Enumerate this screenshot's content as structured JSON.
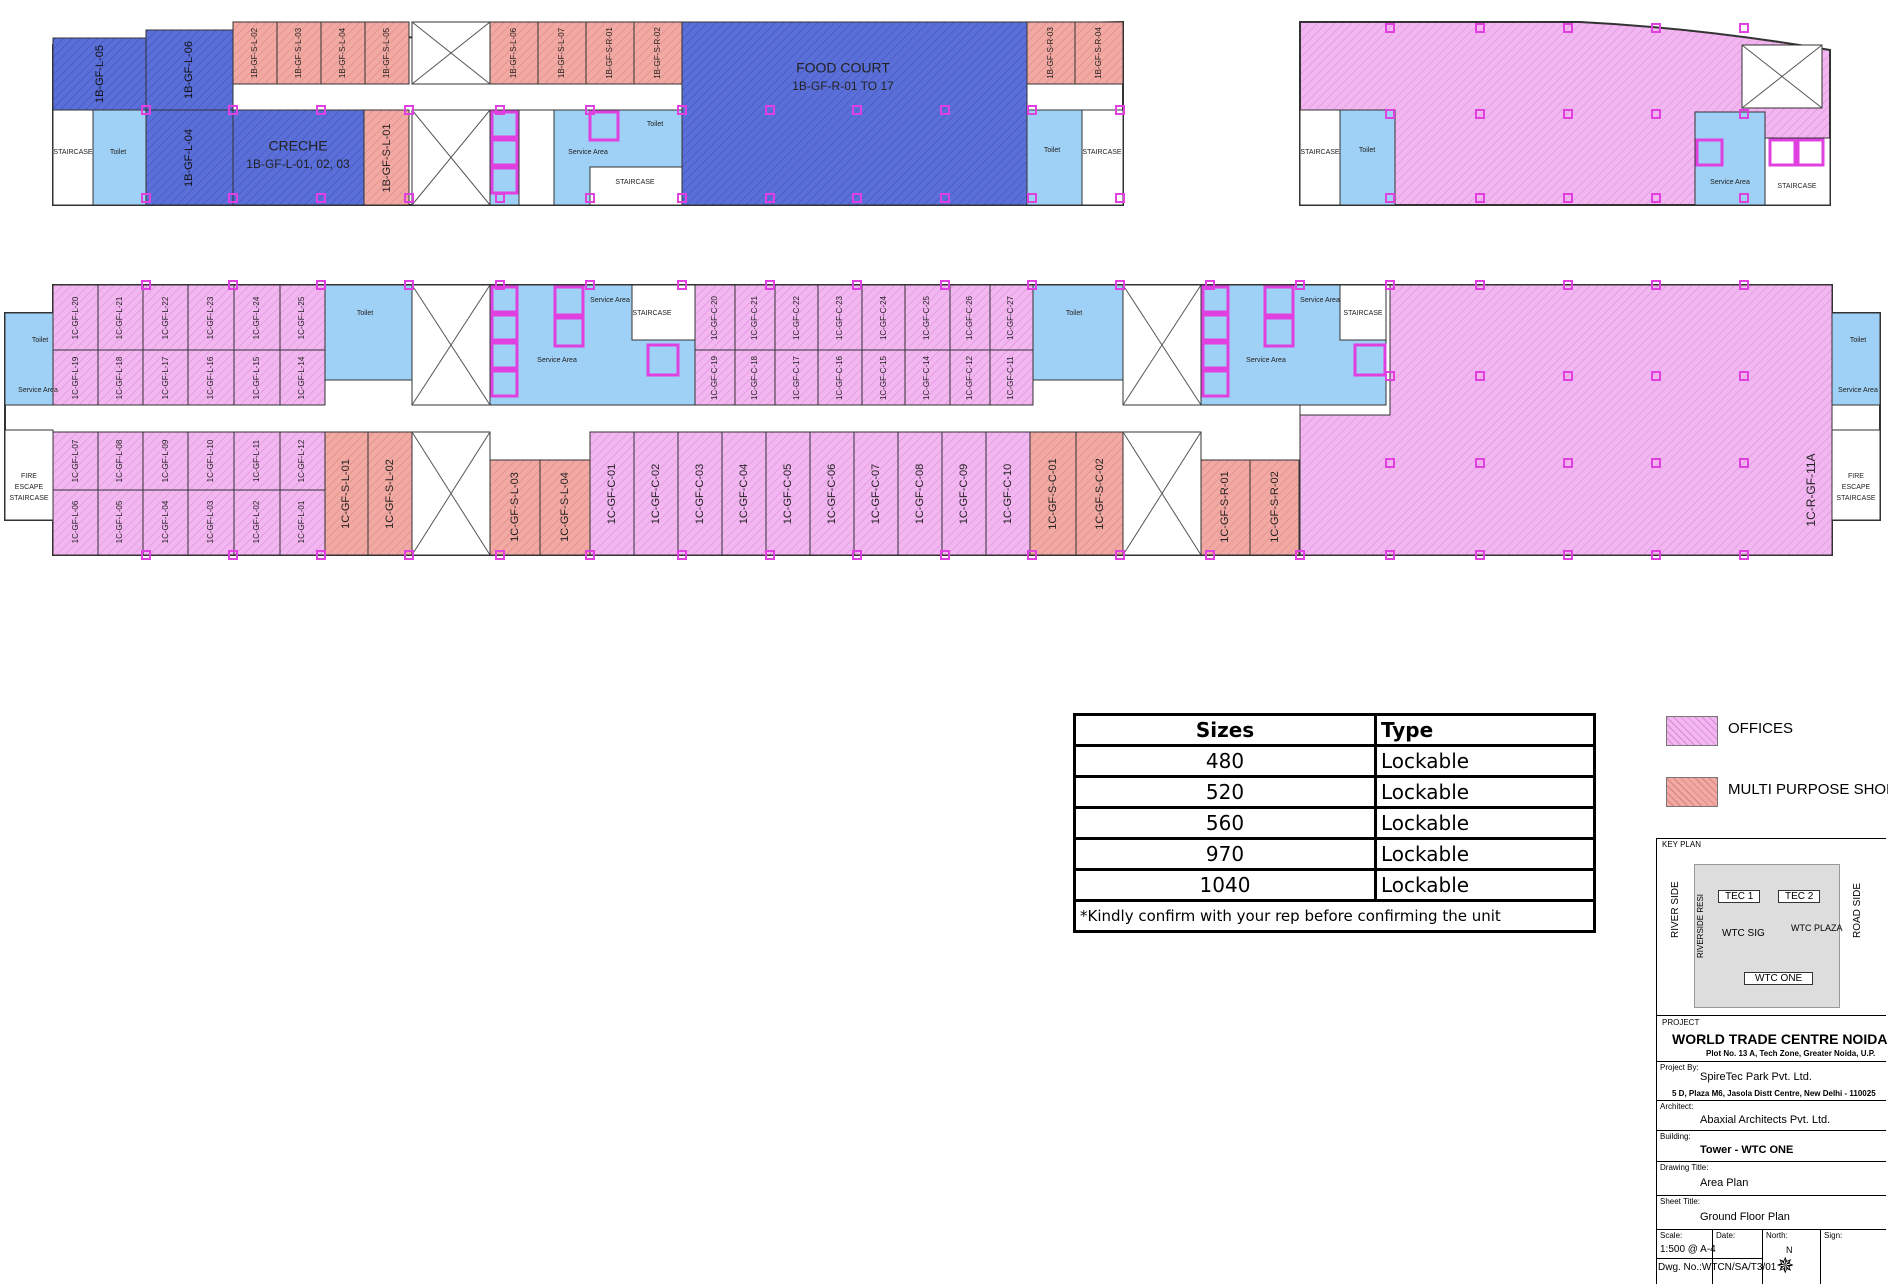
{
  "plan": {
    "top_left_block": {
      "units_blue": [
        "1B-GF-L-05",
        "1B-GF-L-06",
        "1B-GF-L-04"
      ],
      "units_shop_top": [
        "1B-GF-S-L-02",
        "1B-GF-S-L-03",
        "1B-GF-S-L-04",
        "1B-GF-S-L-05"
      ],
      "units_shop_top2": [
        "1B-GF-S-L-06",
        "1B-GF-S-L-07",
        "1B-GF-S-R-01",
        "1B-GF-S-R-02"
      ],
      "units_shop_right": [
        "1B-GF-S-R-03",
        "1B-GF-S-R-04"
      ],
      "shop_side": "1B-GF-S-L-01",
      "creche_title": "CRECHE",
      "creche_units": "1B-GF-L-01, 02, 03",
      "food_court_title": "FOOD COURT",
      "food_court_units": "1B-GF-R-01 TO 17",
      "staircase": "STAIRCASE",
      "toilet": "Toilet",
      "service_area": "Service Area"
    },
    "main_block": {
      "offices_upper_top": [
        "1C-GF-L-20",
        "1C-GF-L-21",
        "1C-GF-L-22",
        "1C-GF-L-23",
        "1C-GF-L-24",
        "1C-GF-L-25"
      ],
      "offices_upper_bottom": [
        "1C-GF-L-19",
        "1C-GF-L-18",
        "1C-GF-L-17",
        "1C-GF-L-16",
        "1C-GF-L-15",
        "1C-GF-L-14"
      ],
      "offices_mid_top": [
        "1C-GF-C-20",
        "1C-GF-C-21",
        "1C-GF-C-22",
        "1C-GF-C-23",
        "1C-GF-C-24",
        "1C-GF-C-25",
        "1C-GF-C-26",
        "1C-GF-C-27"
      ],
      "offices_mid_bottom": [
        "1C-GF-C-19",
        "1C-GF-C-18",
        "1C-GF-C-17",
        "1C-GF-C-16",
        "1C-GF-C-15",
        "1C-GF-C-14",
        "1C-GF-C-12",
        "1C-GF-C-11"
      ],
      "offices_lower_top": [
        "1C-GF-L-07",
        "1C-GF-L-08",
        "1C-GF-L-09",
        "1C-GF-L-10",
        "1C-GF-L-11",
        "1C-GF-L-12"
      ],
      "offices_lower_bottom": [
        "1C-GF-L-06",
        "1C-GF-L-05",
        "1C-GF-L-04",
        "1C-GF-L-03",
        "1C-GF-L-02",
        "1C-GF-L-01"
      ],
      "shops_left": [
        "1C-GF-S-L-01",
        "1C-GF-S-L-02"
      ],
      "shops_mid": [
        "1C-GF-S-L-03",
        "1C-GF-S-L-04"
      ],
      "offices_center": [
        "1C-GF-C-01",
        "1C-GF-C-02",
        "1C-GF-C-03",
        "1C-GF-C-04",
        "1C-GF-C-05",
        "1C-GF-C-06",
        "1C-GF-C-07",
        "1C-GF-C-08",
        "1C-GF-C-09",
        "1C-GF-C-10"
      ],
      "shops_c": [
        "1C-GF-S-C-01",
        "1C-GF-S-C-02"
      ],
      "shops_r": [
        "1C-GF-S-R-01",
        "1C-GF-S-R-02"
      ],
      "big_office": "1C-R-GF-11A",
      "fire_escape": "FIRE ESCAPE STAIRCASE",
      "toilet": "Toilet",
      "service_area": "Service Area",
      "staircase": "STAIRCASE"
    },
    "colors": {
      "office": "#f2b6f0",
      "shop": "#f2a9a3",
      "blue_zone": "#5b6fd8",
      "service": "#9fd0f5",
      "lift": "#e040e0",
      "outline": "#333333"
    }
  },
  "table": {
    "header": {
      "sizes": "Sizes",
      "type": "Type"
    },
    "rows": [
      {
        "size": "480",
        "type": "Lockable"
      },
      {
        "size": "520",
        "type": "Lockable"
      },
      {
        "size": "560",
        "type": "Lockable"
      },
      {
        "size": "970",
        "type": "Lockable"
      },
      {
        "size": "1040",
        "type": "Lockable"
      }
    ],
    "note": "*Kindly confirm with your rep before confirming the unit"
  },
  "legend": {
    "offices": "OFFICES",
    "shops": "MULTI PURPOSE SHOPS"
  },
  "title_block": {
    "key_plan": "KEY PLAN",
    "tec1": "TEC 1",
    "tec2": "TEC 2",
    "wtc_sig": "WTC SIG",
    "wtc_plaza": "WTC PLAZA",
    "wtc_one": "WTC ONE",
    "river_side": "RIVER SIDE",
    "road_side": "ROAD SIDE",
    "riverside_resi": "RIVERSIDE RESI",
    "project_label": "PROJECT",
    "project": "WORLD TRADE CENTRE NOIDA",
    "address": "Plot No. 13 A, Tech Zone, Greater Noida, U.P.",
    "project_by_label": "Project By:",
    "developer": "SpireTec Park Pvt. Ltd.",
    "dev_address": "5 D, Plaza M6, Jasola Distt Centre, New Delhi - 110025",
    "architect_label": "Architect:",
    "architect": "Abaxial Architects Pvt. Ltd.",
    "building_label": "Building:",
    "building": "Tower -  WTC ONE",
    "drawing_label": "Drawing Title:",
    "drawing": "Area Plan",
    "sheet_label": "Sheet Title:",
    "sheet": "Ground Floor Plan",
    "scale_label": "Scale:",
    "scale": "1:500 @ A-4",
    "date_label": "Date:",
    "north_label": "North:",
    "north": "N",
    "sign_label": "Sign:",
    "dwg_no": "Dwg. No.:WTCN/SA/T3/01"
  }
}
